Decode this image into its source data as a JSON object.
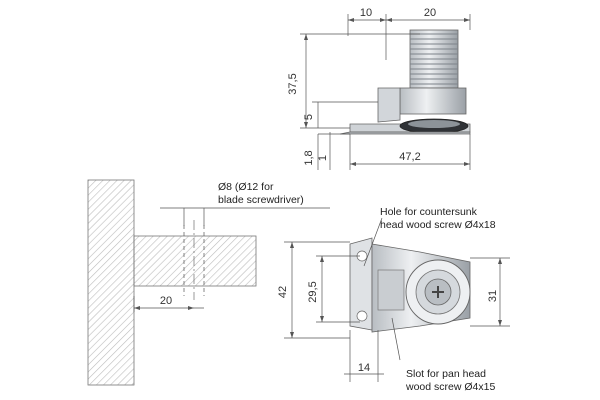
{
  "top_view": {
    "dim_10": "10",
    "dim_20": "20",
    "dim_37_5": "37,5",
    "dim_5": "5",
    "dim_1_8": "1,8",
    "dim_1": "1",
    "dim_47_2": "47,2"
  },
  "side_view": {
    "diameter_label_line1": "Ø8 (Ø12 for",
    "diameter_label_line2": "blade screwdriver)",
    "dim_20": "20"
  },
  "front_view": {
    "hole_note_line1": "Hole for countersunk",
    "hole_note_line2": "head wood screw Ø4x18",
    "dim_42": "42",
    "dim_29_5": "29,5",
    "dim_31": "31",
    "dim_14": "14",
    "slot_note_line1": "Slot for pan head",
    "slot_note_line2": "wood screw Ø4x15"
  },
  "colors": {
    "metal_light": "#d9dde0",
    "metal_dark": "#8b9197",
    "wall_hatch": "#c8c8c8",
    "panel_fill": "#e6e6e6"
  }
}
